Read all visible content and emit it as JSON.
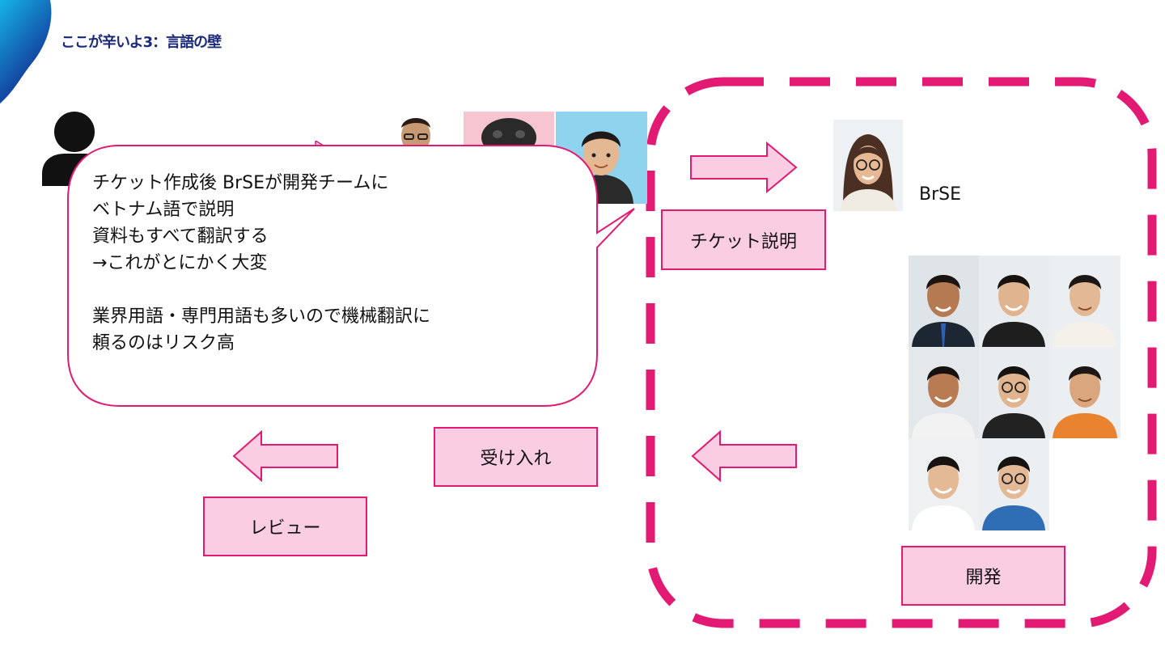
{
  "slide": {
    "title": "ここが辛いよ3：言語の壁",
    "bubble_lines": [
      "チケット作成後 BrSEが開発チームに",
      "ベトナム語で説明",
      "資料もすべて翻訳する",
      "→これがとにかく大変",
      "",
      "業界用語・専門用語も多いので機械翻訳に",
      "頼るのはリスク高"
    ],
    "brse_label": "BrSE",
    "boxes": {
      "ticket_explain": "チケット説明",
      "accept": "受け入れ",
      "review": "レビュー",
      "develop": "開発"
    }
  },
  "colors": {
    "accent": "#e21a73",
    "box_fill": "#fbcde3",
    "title": "#1c2a7a"
  },
  "icons": [
    "person-icon",
    "right-arrow-icon",
    "left-arrow-icon"
  ]
}
